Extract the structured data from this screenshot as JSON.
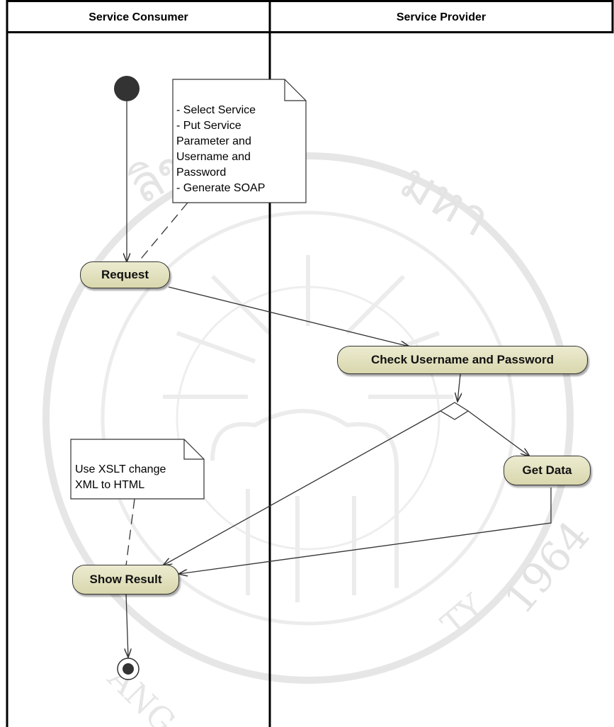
{
  "lanes": [
    {
      "title": "Service Consumer"
    },
    {
      "title": "Service Provider"
    }
  ],
  "nodes": {
    "request": "Request",
    "check": "Check Username and Password",
    "get_data": "Get Data",
    "show_result": "Show Result"
  },
  "notes": {
    "request_note": [
      "- Select Service",
      "- Put Service",
      "Parameter and",
      "Username and",
      "Password",
      "- Generate SOAP"
    ],
    "show_note": [
      "Use XSLT change",
      "XML to HTML"
    ]
  },
  "watermark": {
    "text_top": "ลิขสิทธิ์มหาวิทยาลัยเชียงใหม่",
    "year": "1964"
  },
  "colors": {
    "node_fill": "#e3e1bd",
    "line": "#333333",
    "watermark": "#e4e4e4"
  }
}
